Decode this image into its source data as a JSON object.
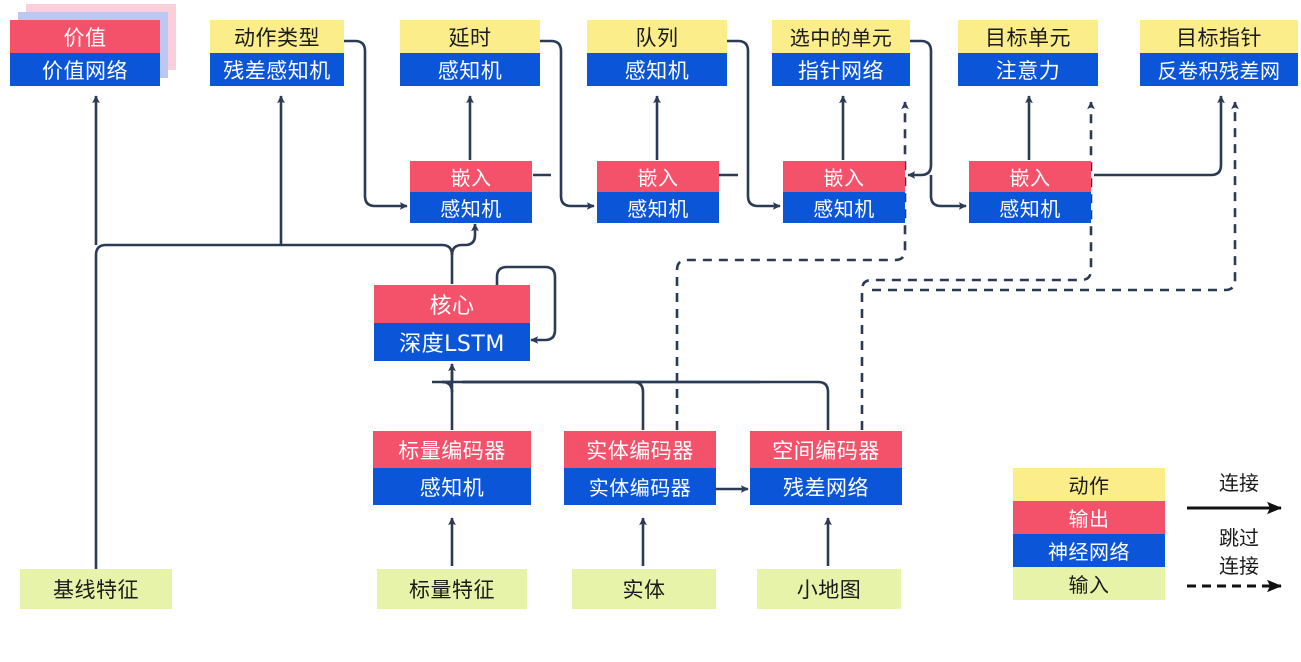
{
  "diagram": {
    "title": "",
    "colors": {
      "action": "#fbed8a",
      "output": "#f4526b",
      "network": "#0b55d8",
      "input": "#e7f3a8",
      "wire": "#2b3a55",
      "shadow_pink": "#f9d0da",
      "shadow_blue": "#bcc8f2"
    },
    "outputs": [
      {
        "id": "value",
        "top": "价值",
        "bottom": "价值网络",
        "stacked": true
      },
      {
        "id": "action-type",
        "top": "动作类型",
        "bottom": "残差感知机",
        "stacked": false
      },
      {
        "id": "delay",
        "top": "延时",
        "bottom": "感知机",
        "stacked": false
      },
      {
        "id": "queue",
        "top": "队列",
        "bottom": "感知机",
        "stacked": false
      },
      {
        "id": "selected-units",
        "top": "选中的单元",
        "bottom": "指针网络",
        "stacked": false
      },
      {
        "id": "target-unit",
        "top": "目标单元",
        "bottom": "注意力",
        "stacked": false
      },
      {
        "id": "target-point",
        "top": "目标指针",
        "bottom": "反卷积残差网",
        "stacked": false
      }
    ],
    "embeddings": [
      {
        "id": "embed-1",
        "top": "嵌入",
        "bottom": "感知机"
      },
      {
        "id": "embed-2",
        "top": "嵌入",
        "bottom": "感知机"
      },
      {
        "id": "embed-3",
        "top": "嵌入",
        "bottom": "感知机"
      },
      {
        "id": "embed-4",
        "top": "嵌入",
        "bottom": "感知机"
      }
    ],
    "core": {
      "id": "core",
      "top": "核心",
      "bottom": "深度LSTM"
    },
    "encoders": [
      {
        "id": "scalar-encoder",
        "top": "标量编码器",
        "bottom": "感知机"
      },
      {
        "id": "entity-encoder",
        "top": "实体编码器",
        "bottom": "实体编码器"
      },
      {
        "id": "spatial-encoder",
        "top": "空间编码器",
        "bottom": "残差网络"
      }
    ],
    "inputs": [
      {
        "id": "baseline-features",
        "label": "基线特征"
      },
      {
        "id": "scalar-features",
        "label": "标量特征"
      },
      {
        "id": "entities",
        "label": "实体"
      },
      {
        "id": "minimap",
        "label": "小地图"
      }
    ],
    "legend": {
      "swatches": [
        {
          "id": "legend-action",
          "label": "动作"
        },
        {
          "id": "legend-output",
          "label": "输出"
        },
        {
          "id": "legend-network",
          "label": "神经网络"
        },
        {
          "id": "legend-input",
          "label": "输入"
        }
      ],
      "connection_label": "连接",
      "skip_label_line1": "跳过",
      "skip_label_line2": "连接"
    }
  }
}
